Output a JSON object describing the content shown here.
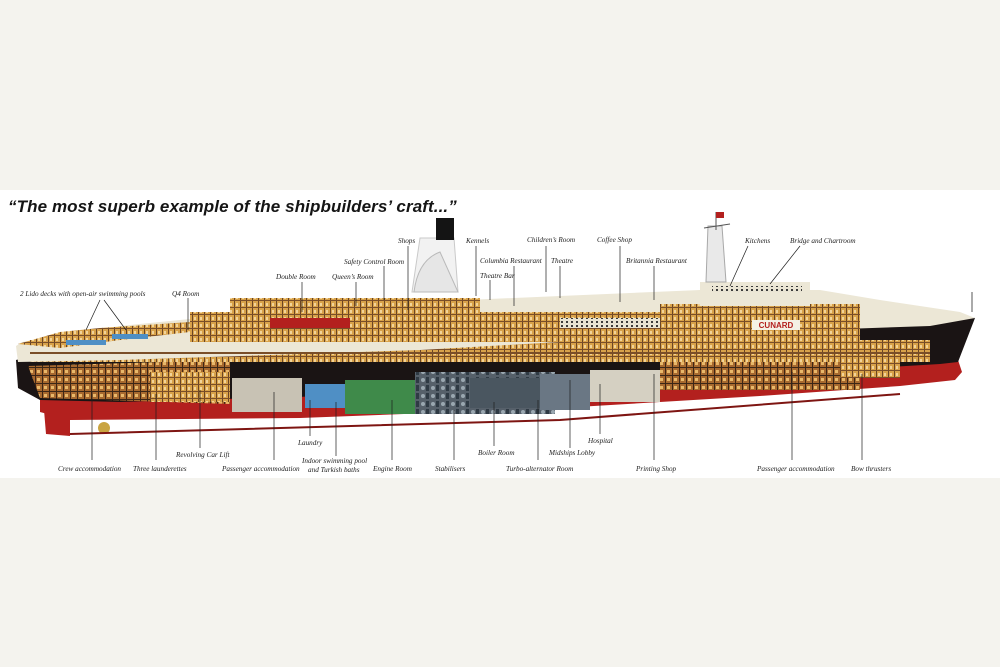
{
  "headline": "“The most superb example of the shipbuilders’ craft...”",
  "hull_branding": "CUNARD",
  "labels_top": {
    "lido": "2 Lido decks with open-air swimming pools",
    "q4_room": "Q4 Room",
    "double_room": "Double Room",
    "queens_room": "Queen’s Room",
    "safety_control_room": "Safety Control Room",
    "shops": "Shops",
    "kennels": "Kennels",
    "theatre_bar": "Theatre Bar",
    "columbia_restaurant": "Columbia Restaurant",
    "childrens_room": "Children’s Room",
    "theatre": "Theatre",
    "coffee_shop": "Coffee Shop",
    "britannia_restaurant": "Britannia Restaurant",
    "kitchens": "Kitchens",
    "bridge_and_chartroom": "Bridge and Chartroom"
  },
  "labels_bottom": {
    "crew_accommodation": "Crew accommodation",
    "three_launderettes": "Three launderettes",
    "revolving_car_lift": "Revolving Car Lift",
    "passenger_accommodation_aft": "Passenger accommodation",
    "laundry": "Laundry",
    "indoor_pool_line1": "Indoor swimming pool",
    "indoor_pool_line2": "and Turkish baths",
    "engine_room": "Engine Room",
    "stabilisers": "Stabilisers",
    "boiler_room": "Boiler Room",
    "turbo_alternator_room": "Turbo-alternator Room",
    "midships_lobby": "Midships Lobby",
    "hospital": "Hospital",
    "printing_shop": "Printing Shop",
    "passenger_accommodation_fwd": "Passenger accommodation",
    "bow_thrusters": "Bow thrusters"
  },
  "colors": {
    "background": "#f4f3ee",
    "panel": "#ffffff",
    "hull_black": "#1a1414",
    "hull_red": "#b3201e",
    "superstructure": "#ece7d6",
    "funnel_white": "#f2f2f2",
    "funnel_top": "#141414",
    "interior_warm": "#d59a3c",
    "interior_dark": "#5a3a22",
    "pool_blue": "#4f8fc5",
    "engine_green": "#3f8a4a"
  }
}
